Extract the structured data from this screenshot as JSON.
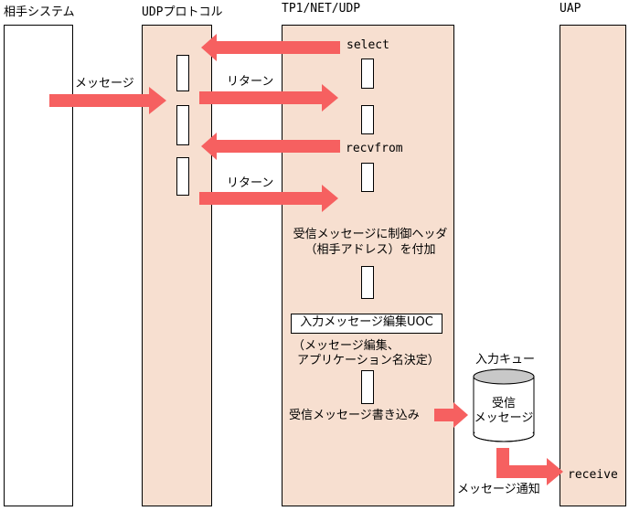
{
  "lanes": {
    "partner": "相手システム",
    "udp": "UDPプロトコル",
    "tp1": "TP1/NET/UDP",
    "uap": "UAP"
  },
  "arrows": {
    "message": "メッセージ",
    "select": "select",
    "return1": "リターン",
    "recvfrom": "recvfrom",
    "return2": "リターン",
    "write": "受信メッセージ書き込み",
    "notify": "メッセージ通知",
    "receive": "receive"
  },
  "notes": {
    "header_line1": "受信メッセージに制御ヘッダ",
    "header_line2": "（相手アドレス）を付加",
    "uoc_box": "入力メッセージ編集UOC",
    "uoc_line1": "（メッセージ編集、",
    "uoc_line2": "アプリケーション名決定）"
  },
  "queue": {
    "title": "入力キュー",
    "line1": "受信",
    "line2": "メッセージ"
  },
  "colors": {
    "arrow": "#f66060",
    "lane_fill": "#f7dfd0"
  }
}
